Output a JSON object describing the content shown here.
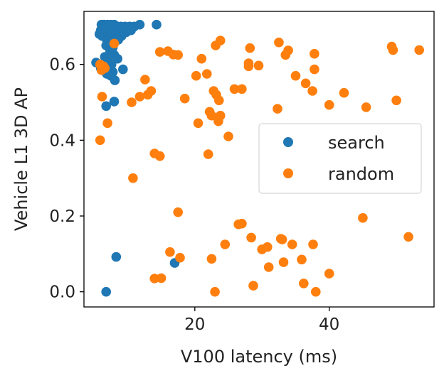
{
  "chart_data": {
    "type": "scatter",
    "title": "",
    "xlabel": "V100 latency (ms)",
    "ylabel": "Vehicle L1 3D AP",
    "xlim": [
      3.5,
      55.6
    ],
    "ylim": [
      -0.04,
      0.74
    ],
    "xticks": [
      20,
      40
    ],
    "yticks": [
      0.0,
      0.2,
      0.4,
      0.6
    ],
    "ytick_labels": [
      "0.0",
      "0.2",
      "0.4",
      "0.6"
    ],
    "grid": false,
    "legend_position": "center-right",
    "series": [
      {
        "name": "search",
        "color": "#1f77b4",
        "points": [
          [
            6.1,
            0.705
          ],
          [
            6.5,
            0.705
          ],
          [
            7.0,
            0.705
          ],
          [
            7.5,
            0.705
          ],
          [
            8.0,
            0.705
          ],
          [
            8.5,
            0.7
          ],
          [
            9.0,
            0.7
          ],
          [
            9.6,
            0.7
          ],
          [
            10.3,
            0.7
          ],
          [
            11.0,
            0.7
          ],
          [
            11.8,
            0.705
          ],
          [
            14.3,
            0.705
          ],
          [
            6.0,
            0.69
          ],
          [
            6.4,
            0.69
          ],
          [
            6.8,
            0.695
          ],
          [
            7.2,
            0.69
          ],
          [
            7.7,
            0.69
          ],
          [
            8.2,
            0.69
          ],
          [
            8.7,
            0.69
          ],
          [
            9.2,
            0.69
          ],
          [
            9.8,
            0.685
          ],
          [
            10.5,
            0.69
          ],
          [
            5.8,
            0.68
          ],
          [
            6.2,
            0.675
          ],
          [
            6.7,
            0.68
          ],
          [
            7.1,
            0.68
          ],
          [
            7.6,
            0.68
          ],
          [
            8.1,
            0.675
          ],
          [
            8.6,
            0.68
          ],
          [
            9.1,
            0.675
          ],
          [
            6.9,
            0.665
          ],
          [
            7.4,
            0.66
          ],
          [
            8.0,
            0.66
          ],
          [
            8.6,
            0.665
          ],
          [
            6.8,
            0.65
          ],
          [
            7.3,
            0.645
          ],
          [
            7.8,
            0.645
          ],
          [
            7.4,
            0.635
          ],
          [
            8.0,
            0.625
          ],
          [
            8.5,
            0.615
          ],
          [
            6.6,
            0.62
          ],
          [
            6.9,
            0.61
          ],
          [
            7.2,
            0.605
          ],
          [
            7.6,
            0.6
          ],
          [
            5.3,
            0.605
          ],
          [
            6.0,
            0.59
          ],
          [
            7.0,
            0.585
          ],
          [
            7.8,
            0.58
          ],
          [
            9.3,
            0.587
          ],
          [
            6.9,
            0.575
          ],
          [
            7.5,
            0.57
          ],
          [
            8.1,
            0.558
          ],
          [
            6.8,
            0.49
          ],
          [
            8.0,
            0.502
          ],
          [
            8.3,
            0.092
          ],
          [
            17.0,
            0.076
          ],
          [
            6.8,
            0.0
          ]
        ]
      },
      {
        "name": "random",
        "color": "#ff7f0e",
        "points": [
          [
            5.9,
            0.6
          ],
          [
            6.4,
            0.595
          ],
          [
            6.1,
            0.585
          ],
          [
            6.6,
            0.59
          ],
          [
            6.2,
            0.515
          ],
          [
            5.9,
            0.4
          ],
          [
            7.0,
            0.445
          ],
          [
            8.0,
            0.655
          ],
          [
            10.6,
            0.5
          ],
          [
            10.8,
            0.3
          ],
          [
            11.8,
            0.515
          ],
          [
            12.6,
            0.56
          ],
          [
            13.5,
            0.53
          ],
          [
            13.0,
            0.52
          ],
          [
            14.0,
            0.365
          ],
          [
            14.8,
            0.358
          ],
          [
            14.8,
            0.633
          ],
          [
            16.0,
            0.635
          ],
          [
            16.8,
            0.626
          ],
          [
            17.5,
            0.625
          ],
          [
            18.5,
            0.51
          ],
          [
            17.5,
            0.21
          ],
          [
            16.3,
            0.105
          ],
          [
            17.8,
            0.09
          ],
          [
            14.0,
            0.035
          ],
          [
            15.0,
            0.036
          ],
          [
            20.2,
            0.57
          ],
          [
            20.5,
            0.445
          ],
          [
            21.0,
            0.615
          ],
          [
            21.8,
            0.575
          ],
          [
            22.2,
            0.475
          ],
          [
            22.0,
            0.363
          ],
          [
            22.5,
            0.465
          ],
          [
            22.8,
            0.53
          ],
          [
            23.2,
            0.52
          ],
          [
            23.5,
            0.45
          ],
          [
            23.6,
            0.505
          ],
          [
            23.8,
            0.465
          ],
          [
            23.1,
            0.65
          ],
          [
            23.8,
            0.663
          ],
          [
            25.0,
            0.41
          ],
          [
            24.5,
            0.125
          ],
          [
            22.5,
            0.087
          ],
          [
            23.0,
            0.0
          ],
          [
            25.9,
            0.535
          ],
          [
            27.0,
            0.535
          ],
          [
            28.0,
            0.595
          ],
          [
            28.0,
            0.603
          ],
          [
            28.2,
            0.643
          ],
          [
            29.5,
            0.597
          ],
          [
            26.5,
            0.178
          ],
          [
            27.0,
            0.18
          ],
          [
            28.4,
            0.143
          ],
          [
            30.0,
            0.112
          ],
          [
            30.8,
            0.118
          ],
          [
            31.0,
            0.065
          ],
          [
            28.7,
            0.016
          ],
          [
            32.3,
            0.483
          ],
          [
            32.5,
            0.658
          ],
          [
            33.5,
            0.625
          ],
          [
            33.9,
            0.637
          ],
          [
            33.0,
            0.138
          ],
          [
            33.2,
            0.078
          ],
          [
            32.8,
            0.14
          ],
          [
            34.5,
            0.125
          ],
          [
            35.0,
            0.57
          ],
          [
            35.9,
            0.085
          ],
          [
            36.2,
            0.022
          ],
          [
            36.5,
            0.55
          ],
          [
            37.5,
            0.53
          ],
          [
            37.8,
            0.628
          ],
          [
            37.8,
            0.587
          ],
          [
            37.6,
            0.125
          ],
          [
            38.0,
            0.0
          ],
          [
            40.0,
            0.493
          ],
          [
            40.0,
            0.048
          ],
          [
            42.2,
            0.525
          ],
          [
            45.0,
            0.195
          ],
          [
            45.5,
            0.487
          ],
          [
            49.3,
            0.647
          ],
          [
            49.5,
            0.638
          ],
          [
            50.0,
            0.505
          ],
          [
            51.8,
            0.145
          ],
          [
            53.4,
            0.638
          ]
        ]
      }
    ]
  }
}
